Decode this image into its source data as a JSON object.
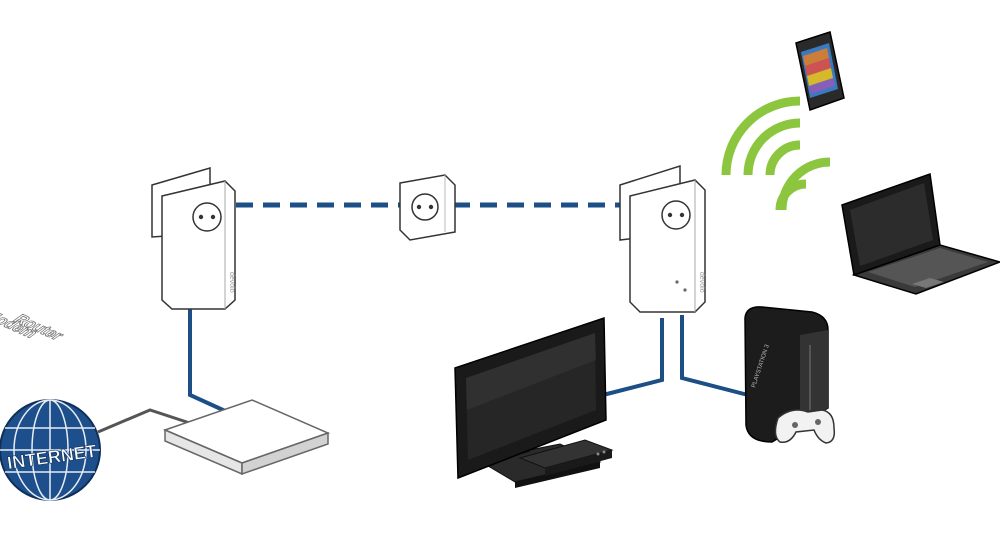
{
  "internet": {
    "label": "INTERNET"
  },
  "modem_router": {
    "line1": "Modem",
    "line2": "Router"
  },
  "adapter_brand": "devolo",
  "console_brand": "PLAYSTATION 3",
  "colors": {
    "powerline": "#1b4f86",
    "ethernet": "#1b4f86",
    "dsl_line": "#555555",
    "wifi": "#8cc63f",
    "globe": "#1c4f8c",
    "device_body": "#ffffff",
    "device_outline": "#333333"
  },
  "icons": [
    "globe-icon",
    "modem-router-icon",
    "powerline-adapter-icon",
    "wall-socket-icon",
    "tv-icon",
    "game-console-icon",
    "gamepad-icon",
    "smartphone-icon",
    "laptop-icon",
    "wifi-signal-icon"
  ]
}
